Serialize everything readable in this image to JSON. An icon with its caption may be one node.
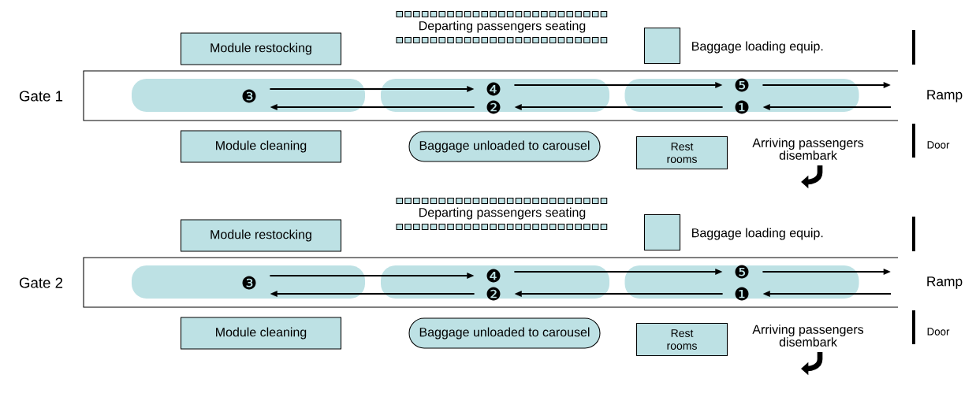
{
  "diagram": {
    "nodes": [
      {
        "text": [
          "Gate 1"
        ]
      },
      {
        "text": [
          "Module restocking"
        ]
      },
      {
        "text": [],
        "shape": "box",
        "beside": [
          "Baggage loading equip."
        ]
      },
      {
        "text": [],
        "shape": "ellipse",
        "in": 0
      },
      {
        "text": [],
        "shape": "ellipse",
        "in": 0
      },
      {
        "text": [],
        "shape": "ellipse",
        "in": 0
      },
      {
        "text": [
          "❸"
        ],
        "in": 3
      },
      {
        "text": [
          "❹"
        ],
        "in": 4
      },
      {
        "text": [
          "❷"
        ],
        "in": 4
      },
      {
        "text": [
          "❺"
        ],
        "in": 5
      },
      {
        "text": [
          "❶"
        ],
        "in": 5
      },
      {
        "text": [
          "Module cleaning"
        ]
      },
      {
        "text": [
          "Baggage unloaded to carousel"
        ]
      },
      {
        "text": [
          "Rest rooms"
        ]
      },
      {
        "text": [
          "Gate 2"
        ]
      },
      {
        "text": [
          "Module restocking"
        ]
      },
      {
        "text": [],
        "shape": "box",
        "beside": [
          "Baggage loading equip."
        ]
      },
      {
        "text": [],
        "shape": "ellipse",
        "in": 14
      },
      {
        "text": [],
        "shape": "ellipse",
        "in": 14
      },
      {
        "text": [],
        "shape": "ellipse",
        "in": 14
      },
      {
        "text": [
          "❸"
        ],
        "in": 17
      },
      {
        "text": [
          "❹"
        ],
        "in": 18
      },
      {
        "text": [
          "❷"
        ],
        "in": 18
      },
      {
        "text": [
          "❺"
        ],
        "in": 19
      },
      {
        "text": [
          "❶"
        ],
        "in": 19
      },
      {
        "text": [
          "Module cleaning"
        ]
      },
      {
        "text": [
          "Baggage unloaded to carousel"
        ]
      },
      {
        "text": [
          "Rest rooms"
        ]
      }
    ],
    "edges": [
      {
        "from": 6,
        "to": 7,
        "arrow": "to"
      },
      {
        "from": 8,
        "to": 6,
        "arrow": "to"
      },
      {
        "from": 7,
        "to": 9,
        "arrow": "to"
      },
      {
        "from": 10,
        "to": 8,
        "arrow": "to"
      },
      {
        "from": 9,
        "to": null,
        "arrow": "to"
      },
      {
        "from": null,
        "to": 10,
        "arrow": "to"
      },
      {
        "from": 20,
        "to": 21,
        "arrow": "to"
      },
      {
        "from": 22,
        "to": 20,
        "arrow": "to"
      },
      {
        "from": 21,
        "to": 23,
        "arrow": "to"
      },
      {
        "from": 24,
        "to": 22,
        "arrow": "to"
      },
      {
        "from": 23,
        "to": null,
        "arrow": "to"
      },
      {
        "from": null,
        "to": 24,
        "arrow": "to"
      }
    ],
    "labels": [
      "Departing passengers seating",
      "Ramp",
      "Arriving passengers disembark",
      "Door",
      "Departing passengers seating",
      "Ramp",
      "Arriving passengers disembark",
      "Door"
    ]
  }
}
